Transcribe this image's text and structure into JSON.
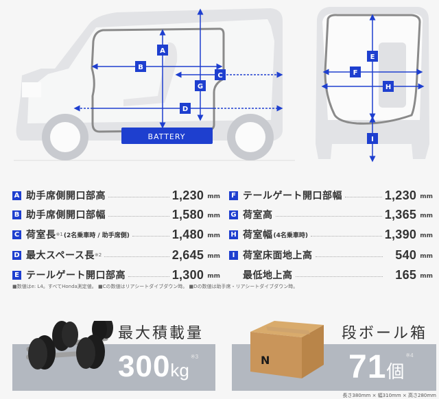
{
  "diagram": {
    "side_labels": [
      "A",
      "B",
      "C",
      "D",
      "G"
    ],
    "rear_labels": [
      "E",
      "F",
      "H",
      "I"
    ],
    "battery_label": "BATTERY",
    "accent_color": "#1e3fcf"
  },
  "specs": {
    "left": [
      {
        "badge": "A",
        "label": "助手席側開口部高",
        "sup": "",
        "sub": "",
        "value": "1,230",
        "unit": "mm"
      },
      {
        "badge": "B",
        "label": "助手席側開口部幅",
        "sup": "",
        "sub": "",
        "value": "1,580",
        "unit": "mm"
      },
      {
        "badge": "C",
        "label": "荷室長",
        "sup": "※1",
        "sub": "(2名乗車時 / 助手席側)",
        "value": "1,480",
        "unit": "mm"
      },
      {
        "badge": "D",
        "label": "最大スペース長",
        "sup": "※2",
        "sub": "",
        "value": "2,645",
        "unit": "mm"
      },
      {
        "badge": "E",
        "label": "テールゲート開口部高",
        "sup": "",
        "sub": "",
        "value": "1,300",
        "unit": "mm"
      }
    ],
    "right": [
      {
        "badge": "F",
        "label": "テールゲート開口部幅",
        "sup": "",
        "sub": "",
        "value": "1,230",
        "unit": "mm"
      },
      {
        "badge": "G",
        "label": "荷室高",
        "sup": "",
        "sub": "",
        "value": "1,365",
        "unit": "mm"
      },
      {
        "badge": "H",
        "label": "荷室幅",
        "sup": "",
        "sub": "(4名乗車時)",
        "value": "1,390",
        "unit": "mm"
      },
      {
        "badge": "I",
        "label": "荷室床面地上高",
        "sup": "",
        "sub": "",
        "value": "540",
        "unit": "mm"
      },
      {
        "badge": "",
        "label": "最低地上高",
        "sup": "",
        "sub": "",
        "value": "165",
        "unit": "mm"
      }
    ]
  },
  "footnote": "■数値はe: L4。すべてHonda測定値。 ■Cの数値はリアシートダイブダウン時。 ■Dの数値は助手席・リアシートダイブダウン時。",
  "cards": {
    "load": {
      "title": "最大積載量",
      "value": "300",
      "unit": "kg",
      "note": "※3",
      "icon": "dumbbell-icon"
    },
    "boxes": {
      "title": "段ボール箱",
      "value": "71",
      "unit": "個",
      "note": "※4",
      "icon": "cardboard-box-icon",
      "box_letter": "N",
      "dimensions": "長さ380mm × 幅310mm × 高さ280mm"
    }
  }
}
